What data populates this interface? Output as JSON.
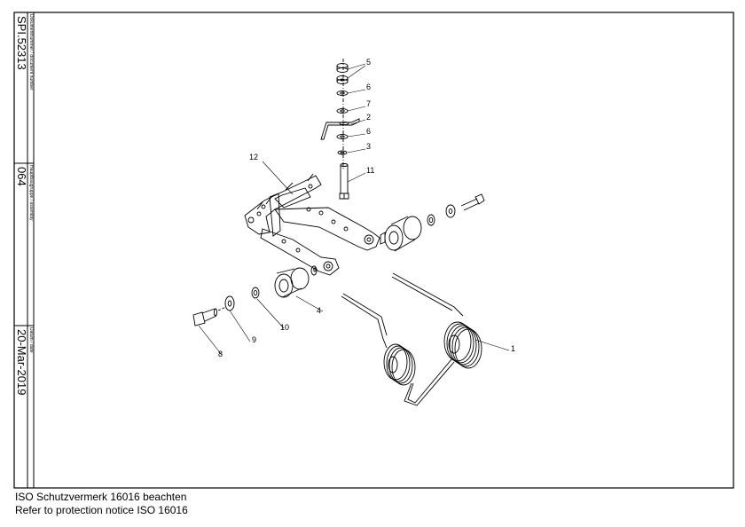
{
  "title_block": {
    "document_label": "Dokumentnummer / document number",
    "document_number": "SPI.52313",
    "assembly_label": "Hauptbaugruppe / assembly",
    "assembly_number": "064",
    "date_label": "Datum / date",
    "date_value": "20-Mar-2019"
  },
  "callouts": [
    {
      "id": "c5",
      "label": "5"
    },
    {
      "id": "c6a",
      "label": "6"
    },
    {
      "id": "c7",
      "label": "7"
    },
    {
      "id": "c2",
      "label": "2"
    },
    {
      "id": "c6b",
      "label": "6"
    },
    {
      "id": "c3",
      "label": "3"
    },
    {
      "id": "c11",
      "label": "11"
    },
    {
      "id": "c12",
      "label": "12"
    },
    {
      "id": "c1",
      "label": "1"
    },
    {
      "id": "c4",
      "label": "4"
    },
    {
      "id": "c10",
      "label": "10"
    },
    {
      "id": "c9",
      "label": "9"
    },
    {
      "id": "c8",
      "label": "8"
    }
  ],
  "footer": {
    "line1": "ISO Schutzvermerk 16016 beachten",
    "line2": "Refer to protection notice ISO 16016"
  }
}
